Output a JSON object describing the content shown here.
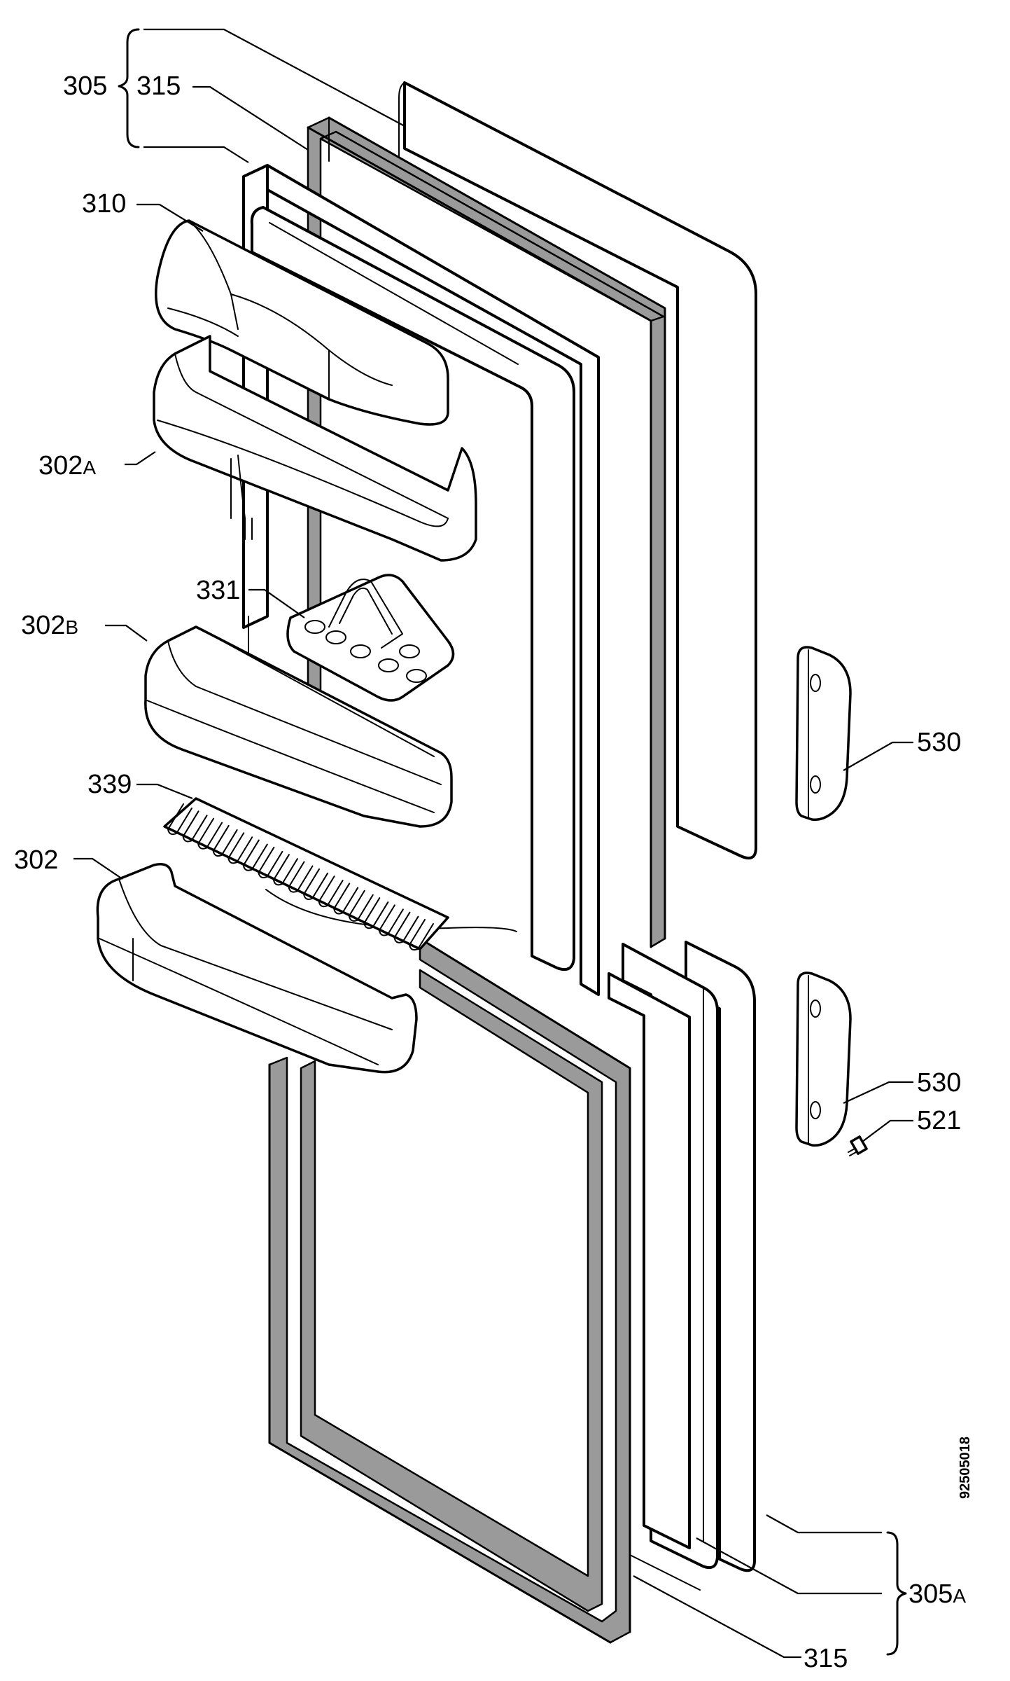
{
  "labels": {
    "l305": "305",
    "l315_top": "315",
    "l310": "310",
    "l302a_num": "302",
    "l302a_suf": "A",
    "l331": "331",
    "l302b_num": "302",
    "l302b_suf": "B",
    "l339": "339",
    "l302": "302",
    "l530_top": "530",
    "l530_bottom": "530",
    "l521": "521",
    "l305a_num": "305",
    "l305a_suf": "A",
    "l315_bottom": "315"
  },
  "drawing_code": "92505018",
  "colors": {
    "line": "#000000",
    "gasket": "#9a9a9a",
    "background": "#ffffff"
  }
}
